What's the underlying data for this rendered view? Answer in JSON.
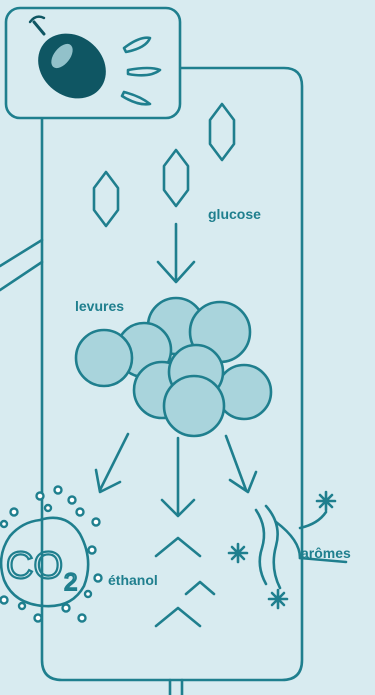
{
  "labels": {
    "glucose": "glucose",
    "yeasts": "levures",
    "ethanol": "éthanol",
    "aromas": "arômes",
    "co2_main": "CO",
    "co2_sub": "2"
  },
  "colors": {
    "background": "#d8ebf0",
    "line": "#1f7f8e",
    "yeast_fill": "#a9d4dc",
    "grape": "#0f5663"
  },
  "icons": {
    "grape": "grape-icon",
    "juice_drops": "drop-icon",
    "glucose": "hexagon-icon",
    "yeast": "yeast-cell-icon",
    "arrow": "arrow-down-icon",
    "aroma": "sparkle-icon",
    "ethanol": "chevron-up-icon",
    "bubble": "bubble-icon"
  }
}
